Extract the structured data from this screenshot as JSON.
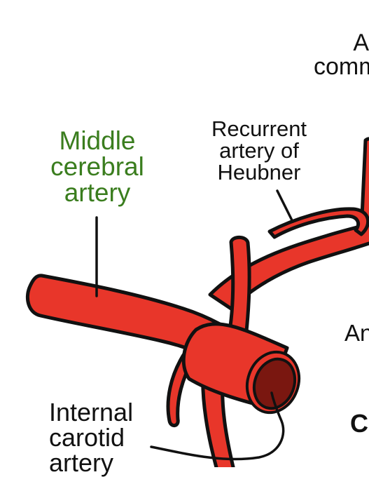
{
  "labels": {
    "middle_cerebral": {
      "line1": "Middle",
      "line2": "cerebral",
      "line3": "artery",
      "color": "#3a7d1e"
    },
    "recurrent_heubner": {
      "line1": "Recurrent",
      "line2": "artery of",
      "line3": "Heubner"
    },
    "internal_carotid": {
      "line1": "Internal",
      "line2": "carotid",
      "line3": "artery"
    },
    "top_right_partial": {
      "line1": "A",
      "line2": "comm"
    },
    "mid_right_partial": "An",
    "bottom_right_partial": "C"
  },
  "colors": {
    "artery_fill": "#e8362a",
    "artery_lumen": "#7a1710",
    "outline": "#111111"
  }
}
